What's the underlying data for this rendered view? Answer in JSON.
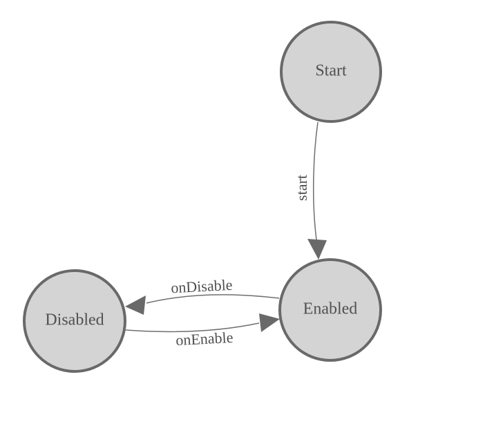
{
  "diagram": {
    "type": "state-machine-diagram",
    "colors": {
      "background": "#ffffff",
      "node_fill": "#d4d4d4",
      "node_stroke": "#696969",
      "edge_stroke": "#6e6e6e",
      "arrow_fill": "#696969",
      "label_text": "#505050"
    },
    "nodes": [
      {
        "id": "start",
        "label": "Start"
      },
      {
        "id": "enabled",
        "label": "Enabled"
      },
      {
        "id": "disabled",
        "label": "Disabled"
      }
    ],
    "edges": [
      {
        "id": "start-to-enabled",
        "label": "start",
        "from": "Start",
        "to": "Enabled"
      },
      {
        "id": "enabled-to-disabled",
        "label": "onDisable",
        "from": "Enabled",
        "to": "Disabled"
      },
      {
        "id": "disabled-to-enabled",
        "label": "onEnable",
        "from": "Disabled",
        "to": "Enabled"
      }
    ]
  }
}
